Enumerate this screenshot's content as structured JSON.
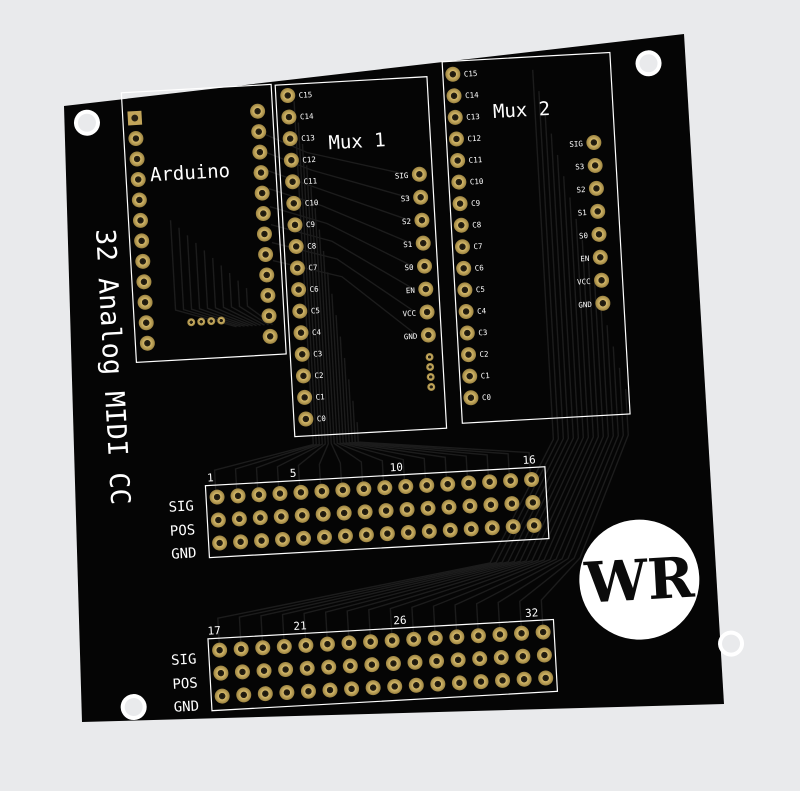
{
  "board": {
    "title": "32 Analog MIDI CC",
    "logo_text": "WR",
    "colors": {
      "pcb": "#050505",
      "trace": "#1c1c1c",
      "pad": "#c2a55a",
      "silk": "#ffffff",
      "logo_disc": "#ffffff"
    }
  },
  "arduino": {
    "label": "Arduino"
  },
  "mux1": {
    "label": "Mux 1",
    "channel_pins": [
      "C15",
      "C14",
      "C13",
      "C12",
      "C11",
      "C10",
      "C9",
      "C8",
      "C7",
      "C6",
      "C5",
      "C4",
      "C3",
      "C2",
      "C1",
      "C0"
    ],
    "control_pins": [
      "SIG",
      "S3",
      "S2",
      "S1",
      "S0",
      "EN",
      "VCC",
      "GND"
    ]
  },
  "mux2": {
    "label": "Mux 2",
    "channel_pins": [
      "C15",
      "C14",
      "C13",
      "C12",
      "C11",
      "C10",
      "C9",
      "C8",
      "C7",
      "C6",
      "C5",
      "C4",
      "C3",
      "C2",
      "C1",
      "C0"
    ],
    "control_pins": [
      "SIG",
      "S3",
      "S2",
      "S1",
      "S0",
      "EN",
      "VCC",
      "GND"
    ]
  },
  "header_top": {
    "row_labels": [
      "SIG",
      "POS",
      "GND"
    ],
    "column_numbers": [
      "1",
      "5",
      "10",
      "16"
    ]
  },
  "header_bottom": {
    "row_labels": [
      "SIG",
      "POS",
      "GND"
    ],
    "column_numbers": [
      "17",
      "21",
      "26",
      "32"
    ]
  }
}
